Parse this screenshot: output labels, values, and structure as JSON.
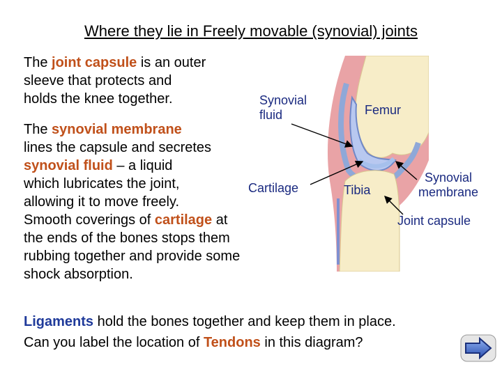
{
  "title": "Where they lie in Freely movable (synovial) joints",
  "para1": {
    "l1_pre": "The ",
    "l1_hl": "joint capsule",
    "l1_post": " is an outer",
    "l2": "sleeve that protects and",
    "l3": "holds the knee together."
  },
  "para2": {
    "l1_pre": "The ",
    "l1_hl": "synovial membrane",
    "l2": "lines the capsule and secretes",
    "l3_hl": "synovial fluid",
    "l3_post": " – a liquid",
    "l4": "which lubricates the joint,",
    "l5": "allowing it to move freely.",
    "l6_pre": "Smooth coverings of ",
    "l6_hl": "cartilage",
    "l6_post": " at",
    "l7": "the ends of the bones stops them",
    "l8": "rubbing together and provide some",
    "l9": "shock absorption."
  },
  "labels": {
    "synovial_fluid_1": "Synovial",
    "synovial_fluid_2": "fluid",
    "femur": "Femur",
    "cartilage": "Cartilage",
    "tibia": "Tibia",
    "synovial_membrane_1": "Synovial",
    "synovial_membrane_2": "membrane",
    "joint_capsule": "Joint capsule"
  },
  "bottom": {
    "l1_hl": "Ligaments",
    "l1_post": " hold the bones together and keep them in place.",
    "l2_pre": "Can you label the location of ",
    "l2_hl": "Tendons",
    "l2_post": " in this diagram?"
  },
  "icons": {
    "nav": "next-arrow-icon"
  },
  "colors": {
    "highlight": "#c0501a",
    "label": "#1a2a80",
    "bone": "#f7edc8",
    "capsule": "#8fa8d8",
    "muscle": "#e9a3a6"
  }
}
